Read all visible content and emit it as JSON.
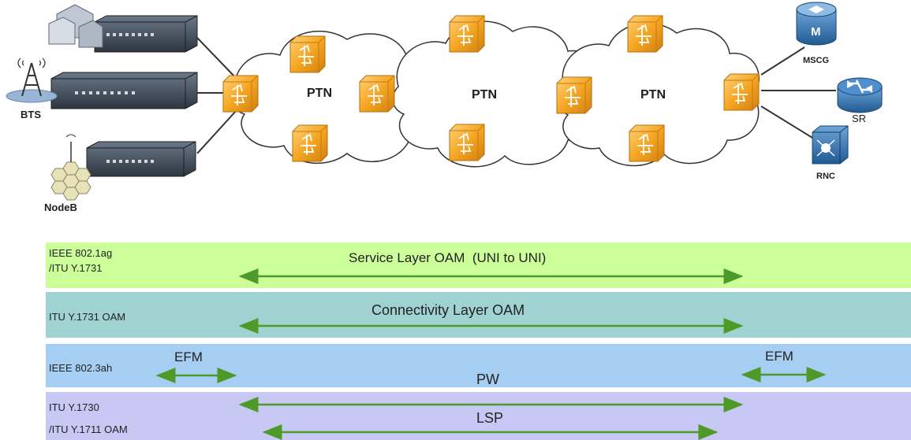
{
  "network": {
    "clouds": [
      "PTN",
      "PTN",
      "PTN"
    ],
    "left_devices": [
      "BTS",
      "NodeB"
    ],
    "right_devices": [
      "MSCG",
      "SR",
      "RNC"
    ],
    "router_icon_letter": "M"
  },
  "layers": [
    {
      "standard_line1": "IEEE 802.1ag",
      "standard_line2": "/ITU Y.1731",
      "label": "Service Layer OAM  (UNI to UNI)",
      "color": "#ccff99"
    },
    {
      "standard_line1": "ITU Y.1731 OAM",
      "label": "Connectivity Layer OAM",
      "color": "#a0d2d2"
    },
    {
      "standard_line1": "IEEE 802.3ah",
      "label_left": "EFM",
      "label_right": "EFM",
      "label_center": "PW",
      "color": "#a6cdf2"
    },
    {
      "standard_line1": "ITU Y.1730",
      "standard_line2": "/ITU Y.1711 OAM",
      "label": "LSP",
      "color": "#c8c8f5"
    }
  ],
  "colors": {
    "arrow": "#4e9a28",
    "switch_box": "#f5a623",
    "cloud_fill": "#ffffff",
    "cloud_stroke": "#333333",
    "device_body": "#3a4654"
  }
}
